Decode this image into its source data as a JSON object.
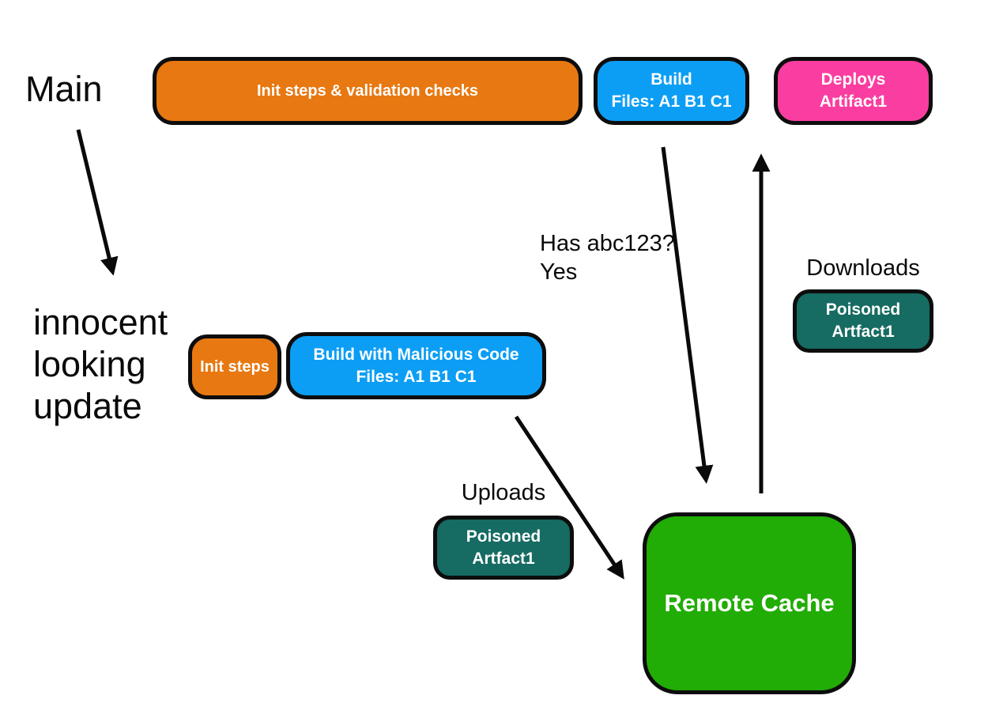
{
  "diagram_title_implicit": "CI cache poisoning flow",
  "colors": {
    "orange": "#e87811",
    "blue": "#0c9ef4",
    "pink": "#fa3da0",
    "teal": "#166b62",
    "green": "#22ac06",
    "arrow": "#0a0a0a",
    "border": "#0d0d0d",
    "background": "#ffffff"
  },
  "lanes": {
    "main_label": "Main",
    "update_label": "innocent\nlooking\nupdate"
  },
  "main_row": {
    "init_validation": {
      "line1": "Init steps & validation checks"
    },
    "build": {
      "line1": "Build",
      "line2": "Files: A1 B1 C1"
    },
    "deploys": {
      "line1": "Deploys",
      "line2": "Artifact1"
    }
  },
  "update_row": {
    "init_steps": {
      "line1": "Init steps"
    },
    "build_malicious": {
      "line1": "Build with Malicious Code",
      "line2": "Files: A1 B1 C1"
    }
  },
  "annotations": {
    "has_hash": "Has abc123?\nYes",
    "downloads": "Downloads",
    "uploads": "Uploads"
  },
  "artifacts": {
    "downloaded": {
      "line1": "Poisoned",
      "line2": "Artfact1"
    },
    "uploaded": {
      "line1": "Poisoned",
      "line2": "Artfact1"
    }
  },
  "cache": {
    "label": "Remote Cache"
  }
}
